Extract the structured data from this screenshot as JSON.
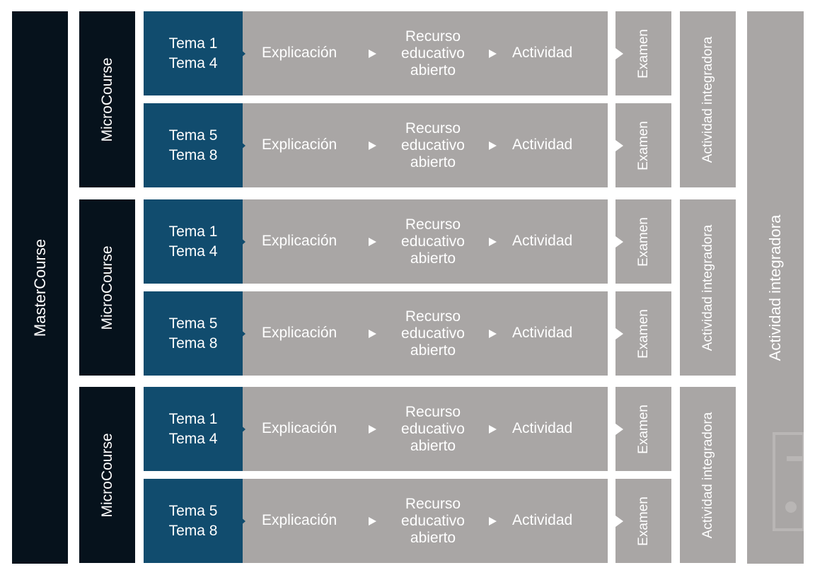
{
  "master_course": {
    "label": "MasterCourse"
  },
  "micro_courses": [
    {
      "label": "MicroCourse",
      "integrator_label": "Actividad integradora",
      "units": [
        {
          "tema_a": "Tema 1",
          "tema_b": "Tema 4",
          "explanation": "Explicación",
          "resource": [
            "Recurso",
            "educativo",
            "abierto"
          ],
          "activity": "Actividad",
          "exam": "Examen"
        },
        {
          "tema_a": "Tema 5",
          "tema_b": "Tema 8",
          "explanation": "Explicación",
          "resource": [
            "Recurso",
            "educativo",
            "abierto"
          ],
          "activity": "Actividad",
          "exam": "Examen"
        }
      ]
    },
    {
      "label": "MicroCourse",
      "integrator_label": "Actividad integradora",
      "units": [
        {
          "tema_a": "Tema 1",
          "tema_b": "Tema 4",
          "explanation": "Explicación",
          "resource": [
            "Recurso",
            "educativo",
            "abierto"
          ],
          "activity": "Actividad",
          "exam": "Examen"
        },
        {
          "tema_a": "Tema 5",
          "tema_b": "Tema 8",
          "explanation": "Explicación",
          "resource": [
            "Recurso",
            "educativo",
            "abierto"
          ],
          "activity": "Actividad",
          "exam": "Examen"
        }
      ]
    },
    {
      "label": "MicroCourse",
      "integrator_label": "Actividad integradora",
      "units": [
        {
          "tema_a": "Tema 1",
          "tema_b": "Tema 4",
          "explanation": "Explicación",
          "resource": [
            "Recurso",
            "educativo",
            "abierto"
          ],
          "activity": "Actividad",
          "exam": "Examen"
        },
        {
          "tema_a": "Tema 5",
          "tema_b": "Tema 8",
          "explanation": "Explicación",
          "resource": [
            "Recurso",
            "educativo",
            "abierto"
          ],
          "activity": "Actividad",
          "exam": "Examen"
        }
      ]
    }
  ],
  "final_integrator": {
    "label": "Actividad integradora"
  },
  "colors": {
    "dark": "#06121c",
    "blue": "#114c6e",
    "gray": "#a9a6a5",
    "text": "#ffffff"
  }
}
